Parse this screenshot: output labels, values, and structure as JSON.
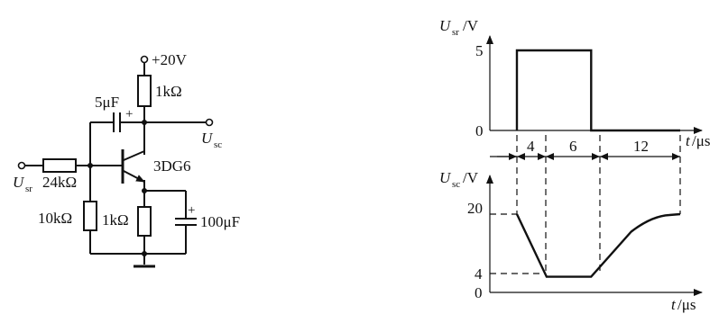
{
  "circuit": {
    "supply": "+20V",
    "cap_in": "5μF",
    "r_collector": "1kΩ",
    "r_base": "24kΩ",
    "r_bias": "10kΩ",
    "r_emitter": "1kΩ",
    "transistor": "3DG6",
    "cap_emitter": "100μF",
    "input": {
      "main": "U",
      "sub": "sr"
    },
    "output": {
      "main": "U",
      "sub": "sc"
    },
    "plus_mark": "+"
  },
  "chart_data": [
    {
      "type": "line",
      "ylabel": {
        "main": "U",
        "sub": "sr",
        "unit": "/V"
      },
      "xlabel": {
        "main": "t",
        "unit": "/μs"
      },
      "y_ticks": [
        "5",
        "0"
      ],
      "ylim": [
        0,
        5
      ],
      "x": [
        0,
        0,
        10,
        10,
        22
      ],
      "y": [
        0,
        5,
        5,
        0,
        0
      ]
    },
    {
      "type": "line",
      "ylabel": {
        "main": "U",
        "sub": "sc",
        "unit": "/V"
      },
      "xlabel": {
        "main": "t",
        "unit": "/μs"
      },
      "y_ticks": [
        "20",
        "4",
        "0"
      ],
      "ylim": [
        0,
        20
      ],
      "x": [
        0,
        4,
        10,
        22
      ],
      "y": [
        20,
        4,
        4,
        20
      ]
    }
  ],
  "intervals": [
    "4",
    "6",
    "12"
  ],
  "colors": {
    "ink": "#111111"
  }
}
